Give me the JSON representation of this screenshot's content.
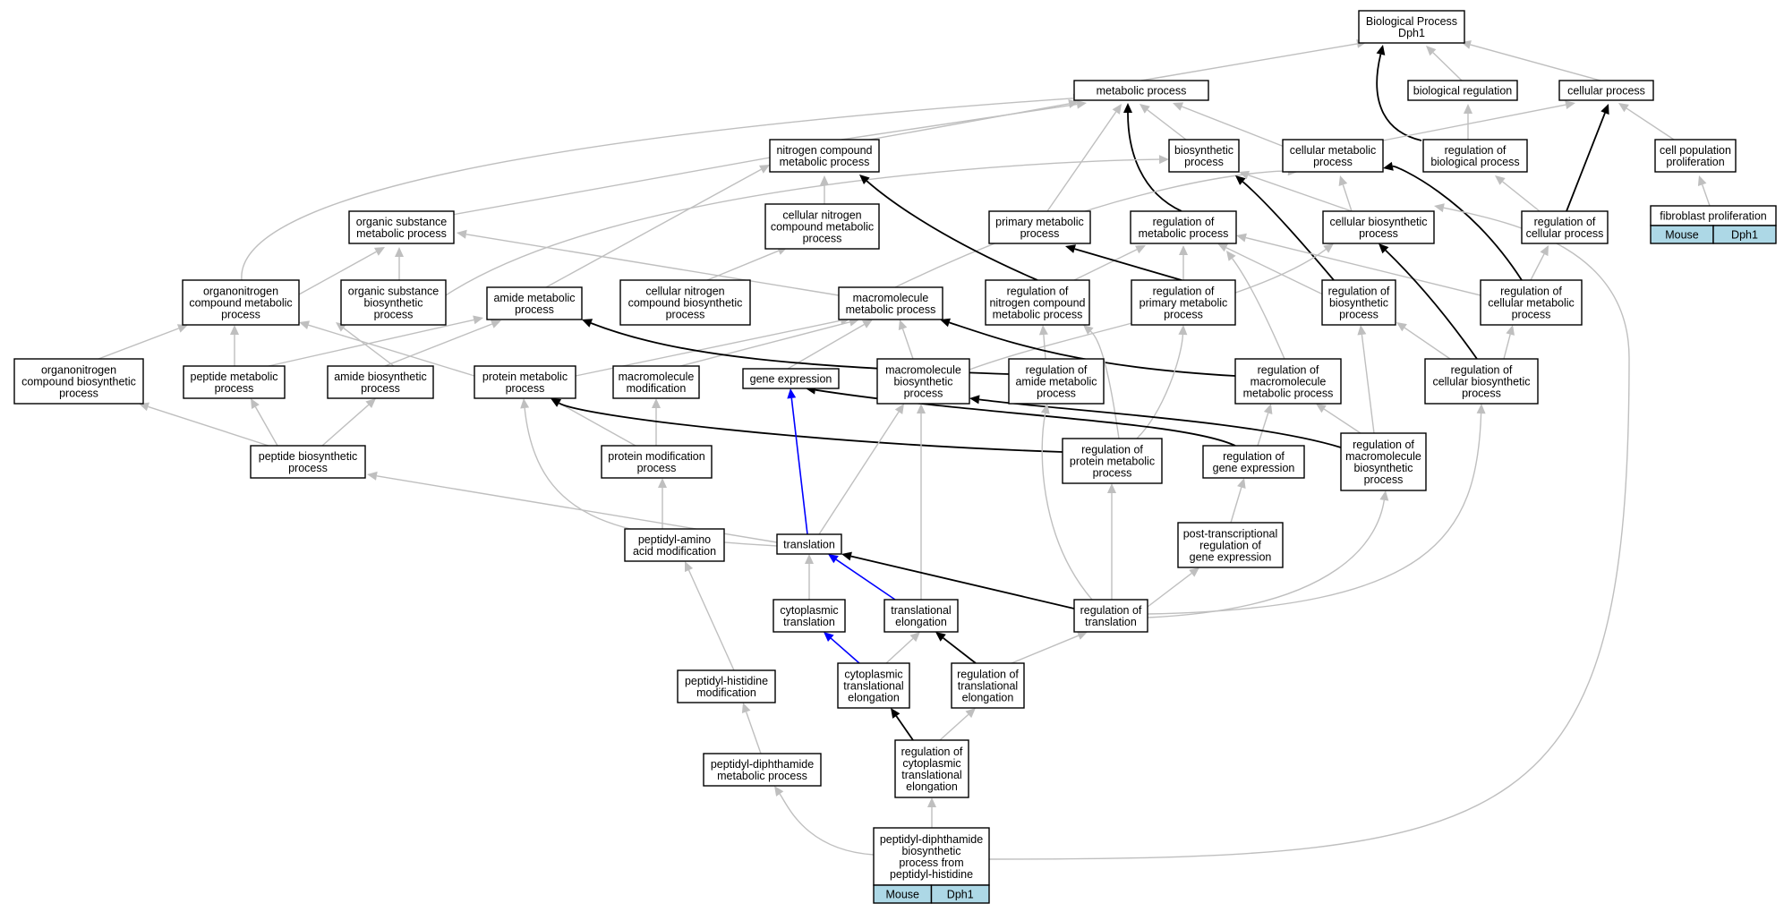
{
  "nodes": {
    "bp": [
      "Biological Process",
      "Dph1"
    ],
    "metabolic": [
      "metabolic process"
    ],
    "bioreg": [
      "biological regulation"
    ],
    "cellproc": [
      "cellular process"
    ],
    "nitrogen": [
      "nitrogen compound",
      "metabolic process"
    ],
    "biosynth": [
      "biosynthetic",
      "process"
    ],
    "cellmeta": [
      "cellular metabolic",
      "process"
    ],
    "regbio": [
      "regulation of",
      "biological process"
    ],
    "cellpop": [
      "cell population",
      "proliferation"
    ],
    "organic": [
      "organic substance",
      "metabolic process"
    ],
    "cellnitro": [
      "cellular nitrogen",
      "compound metabolic",
      "process"
    ],
    "primary": [
      "primary metabolic",
      "process"
    ],
    "regmeta": [
      "regulation of",
      "metabolic process"
    ],
    "cellbio": [
      "cellular biosynthetic",
      "process"
    ],
    "regcell": [
      "regulation of",
      "cellular process"
    ],
    "fibro": [
      "fibroblast proliferation"
    ],
    "orgnitro": [
      "organonitrogen",
      "compound metabolic",
      "process"
    ],
    "orgbio": [
      "organic substance",
      "biosynthetic",
      "process"
    ],
    "amide": [
      "amide metabolic",
      "process"
    ],
    "cellnitrobio": [
      "cellular nitrogen",
      "compound biosynthetic",
      "process"
    ],
    "macro": [
      "macromolecule",
      "metabolic process"
    ],
    "regnitro": [
      "regulation of",
      "nitrogen compound",
      "metabolic process"
    ],
    "regprimary": [
      "regulation of",
      "primary metabolic",
      "process"
    ],
    "regbiosyn": [
      "regulation of",
      "biosynthetic",
      "process"
    ],
    "regcellmeta": [
      "regulation of",
      "cellular metabolic",
      "process"
    ],
    "orgnitrobio": [
      "organonitrogen",
      "compound biosynthetic",
      "process"
    ],
    "peptide": [
      "peptide metabolic",
      "process"
    ],
    "amidebio": [
      "amide biosynthetic",
      "process"
    ],
    "protein": [
      "protein metabolic",
      "process"
    ],
    "macromod": [
      "macromolecule",
      "modification"
    ],
    "geneexp": [
      "gene expression"
    ],
    "macrobio": [
      "macromolecule",
      "biosynthetic",
      "process"
    ],
    "regamide": [
      "regulation of",
      "amide metabolic",
      "process"
    ],
    "regmacro": [
      "regulation of",
      "macromolecule",
      "metabolic process"
    ],
    "regcellbio": [
      "regulation of",
      "cellular biosynthetic",
      "process"
    ],
    "peptidebio": [
      "peptide biosynthetic",
      "process"
    ],
    "protmod": [
      "protein modification",
      "process"
    ],
    "regprotein": [
      "regulation of",
      "protein metabolic",
      "process"
    ],
    "reggene": [
      "regulation of",
      "gene expression"
    ],
    "regmacrobio": [
      "regulation of",
      "macromolecule",
      "biosynthetic",
      "process"
    ],
    "peptidyl": [
      "peptidyl-amino",
      "acid modification"
    ],
    "translation": [
      "translation"
    ],
    "posttrans": [
      "post-transcriptional",
      "regulation of",
      "gene expression"
    ],
    "cytotrans": [
      "cytoplasmic",
      "translation"
    ],
    "transelong": [
      "translational",
      "elongation"
    ],
    "regtrans": [
      "regulation of",
      "translation"
    ],
    "histidine": [
      "peptidyl-histidine",
      "modification"
    ],
    "cytoelong": [
      "cytoplasmic",
      "translational",
      "elongation"
    ],
    "regtranselong": [
      "regulation of",
      "translational",
      "elongation"
    ],
    "diphmeta": [
      "peptidyl-diphthamide",
      "metabolic process"
    ],
    "regcytoelong": [
      "regulation of",
      "cytoplasmic",
      "translational",
      "elongation"
    ],
    "diphbio": [
      "peptidyl-diphthamide",
      "biosynthetic",
      "process from",
      "peptidyl-histidine"
    ]
  },
  "annotations": {
    "fibro": [
      "Mouse",
      "Dph1"
    ],
    "diphbio": [
      "Mouse",
      "Dph1"
    ]
  },
  "colors": {
    "is_a": "#bfbfbf",
    "regulates": "#000000",
    "highlight": "#0000ff",
    "annotation_fill": "#add8e6"
  }
}
